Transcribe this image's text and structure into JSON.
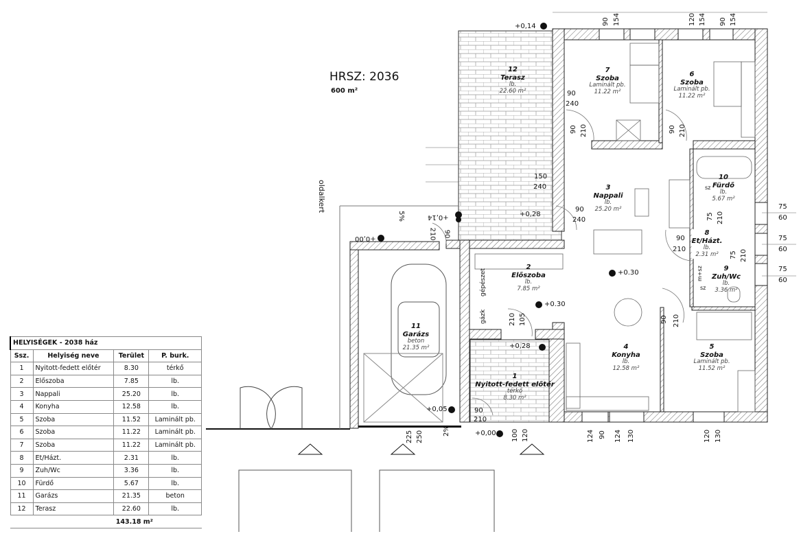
{
  "header": {
    "hrsz": "HRSZ: 2036",
    "plot_area": "600 m²",
    "side_garden": "oldalkert"
  },
  "rooms": [
    {
      "no": "1",
      "name": "Nyitott-fedett előtér",
      "floor": "térkő",
      "area": "8.30 m²"
    },
    {
      "no": "2",
      "name": "Előszoba",
      "floor": "lb.",
      "area": "7.85 m²"
    },
    {
      "no": "3",
      "name": "Nappali",
      "floor": "lb.",
      "area": "25.20 m²"
    },
    {
      "no": "4",
      "name": "Konyha",
      "floor": "lb.",
      "area": "12.58 m²"
    },
    {
      "no": "5",
      "name": "Szoba",
      "floor": "Laminált pb.",
      "area": "11.52 m²"
    },
    {
      "no": "6",
      "name": "Szoba",
      "floor": "Laminált pb.",
      "area": "11.22 m²"
    },
    {
      "no": "7",
      "name": "Szoba",
      "floor": "Laminált pb.",
      "area": "11.22 m²"
    },
    {
      "no": "8",
      "name": "Et/Házt.",
      "floor": "lb.",
      "area": "2.31 m²"
    },
    {
      "no": "9",
      "name": "Zuh/Wc",
      "floor": "lb.",
      "area": "3.36 m²"
    },
    {
      "no": "10",
      "name": "Fürdő",
      "floor": "lb.",
      "area": "5.67 m²"
    },
    {
      "no": "11",
      "name": "Garázs",
      "floor": "beton",
      "area": "21.35 m²"
    },
    {
      "no": "12",
      "name": "Terasz",
      "floor": "lb.",
      "area": "22.60 m²"
    }
  ],
  "table": {
    "title": "HELYISÉGEK - 2038 ház",
    "headers": [
      "Ssz.",
      "Helyiség neve",
      "Terület",
      "P. burk."
    ],
    "rows": [
      [
        "1",
        "Nyitott-fedett előtér",
        "8.30",
        "térkő"
      ],
      [
        "2",
        "Előszoba",
        "7.85",
        "lb."
      ],
      [
        "3",
        "Nappali",
        "25.20",
        "lb."
      ],
      [
        "4",
        "Konyha",
        "12.58",
        "lb."
      ],
      [
        "5",
        "Szoba",
        "11.52",
        "Laminált pb."
      ],
      [
        "6",
        "Szoba",
        "11.22",
        "Laminált pb."
      ],
      [
        "7",
        "Szoba",
        "11.22",
        "Laminált pb."
      ],
      [
        "8",
        "Et/Házt.",
        "2.31",
        "lb."
      ],
      [
        "9",
        "Zuh/Wc",
        "3.36",
        "lb."
      ],
      [
        "10",
        "Fürdő",
        "5.67",
        "lb."
      ],
      [
        "11",
        "Garázs",
        "21.35",
        "beton"
      ],
      [
        "12",
        "Terasz",
        "22.60",
        "lb."
      ]
    ],
    "total": "143.18 m²"
  },
  "annotations": [
    "90",
    "154",
    "120",
    "154",
    "90",
    "154",
    "+0,14",
    "90",
    "240",
    "90",
    "210",
    "90",
    "210",
    "150",
    "240",
    "+0,28",
    "90",
    "240",
    "75",
    "60",
    "75",
    "60",
    "75",
    "60",
    "90",
    "210",
    "75",
    "210",
    "75",
    "210",
    "+0.30",
    "+0.30",
    "105",
    "210",
    "90",
    "210",
    "+0,28",
    "+0,05",
    "90",
    "210",
    "+0,00",
    "100",
    "120",
    "225",
    "250",
    "2%",
    "124",
    "90",
    "124",
    "130",
    "120",
    "130",
    "+0,00",
    "+0,14",
    "210",
    "90",
    "5%",
    "gázk",
    "gépészet",
    "m+sz",
    "sz",
    "sz"
  ]
}
